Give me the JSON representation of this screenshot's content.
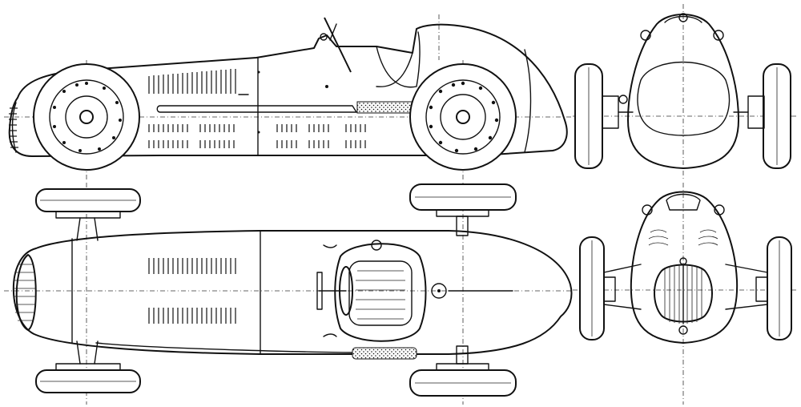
{
  "figure": {
    "type": "technical blueprint",
    "views": [
      "side",
      "top",
      "rear",
      "front"
    ],
    "line_color": "#111111",
    "background": "#ffffff"
  }
}
